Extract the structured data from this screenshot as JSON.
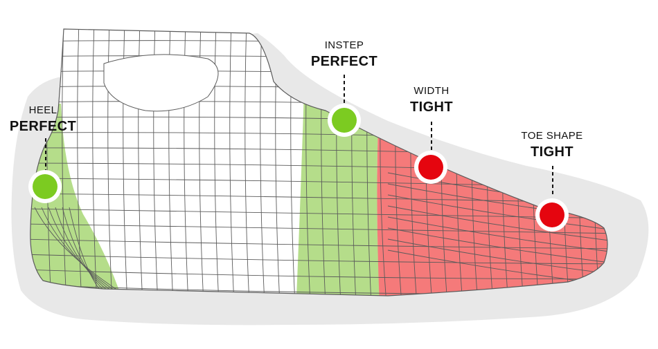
{
  "colors": {
    "perfect": "#7ccb21",
    "tight": "#e5050f",
    "perfect_fill": "#b5dd8a",
    "tight_fill": "#f57a7a",
    "shadow": "#e8e8e8",
    "mesh": "#5a5a5a"
  },
  "fit_points": [
    {
      "zone": "HEEL",
      "status": "PERFECT",
      "level": "perfect"
    },
    {
      "zone": "INSTEP",
      "status": "PERFECT",
      "level": "perfect"
    },
    {
      "zone": "WIDTH",
      "status": "TIGHT",
      "level": "tight"
    },
    {
      "zone": "TOE SHAPE",
      "status": "TIGHT",
      "level": "tight"
    }
  ]
}
